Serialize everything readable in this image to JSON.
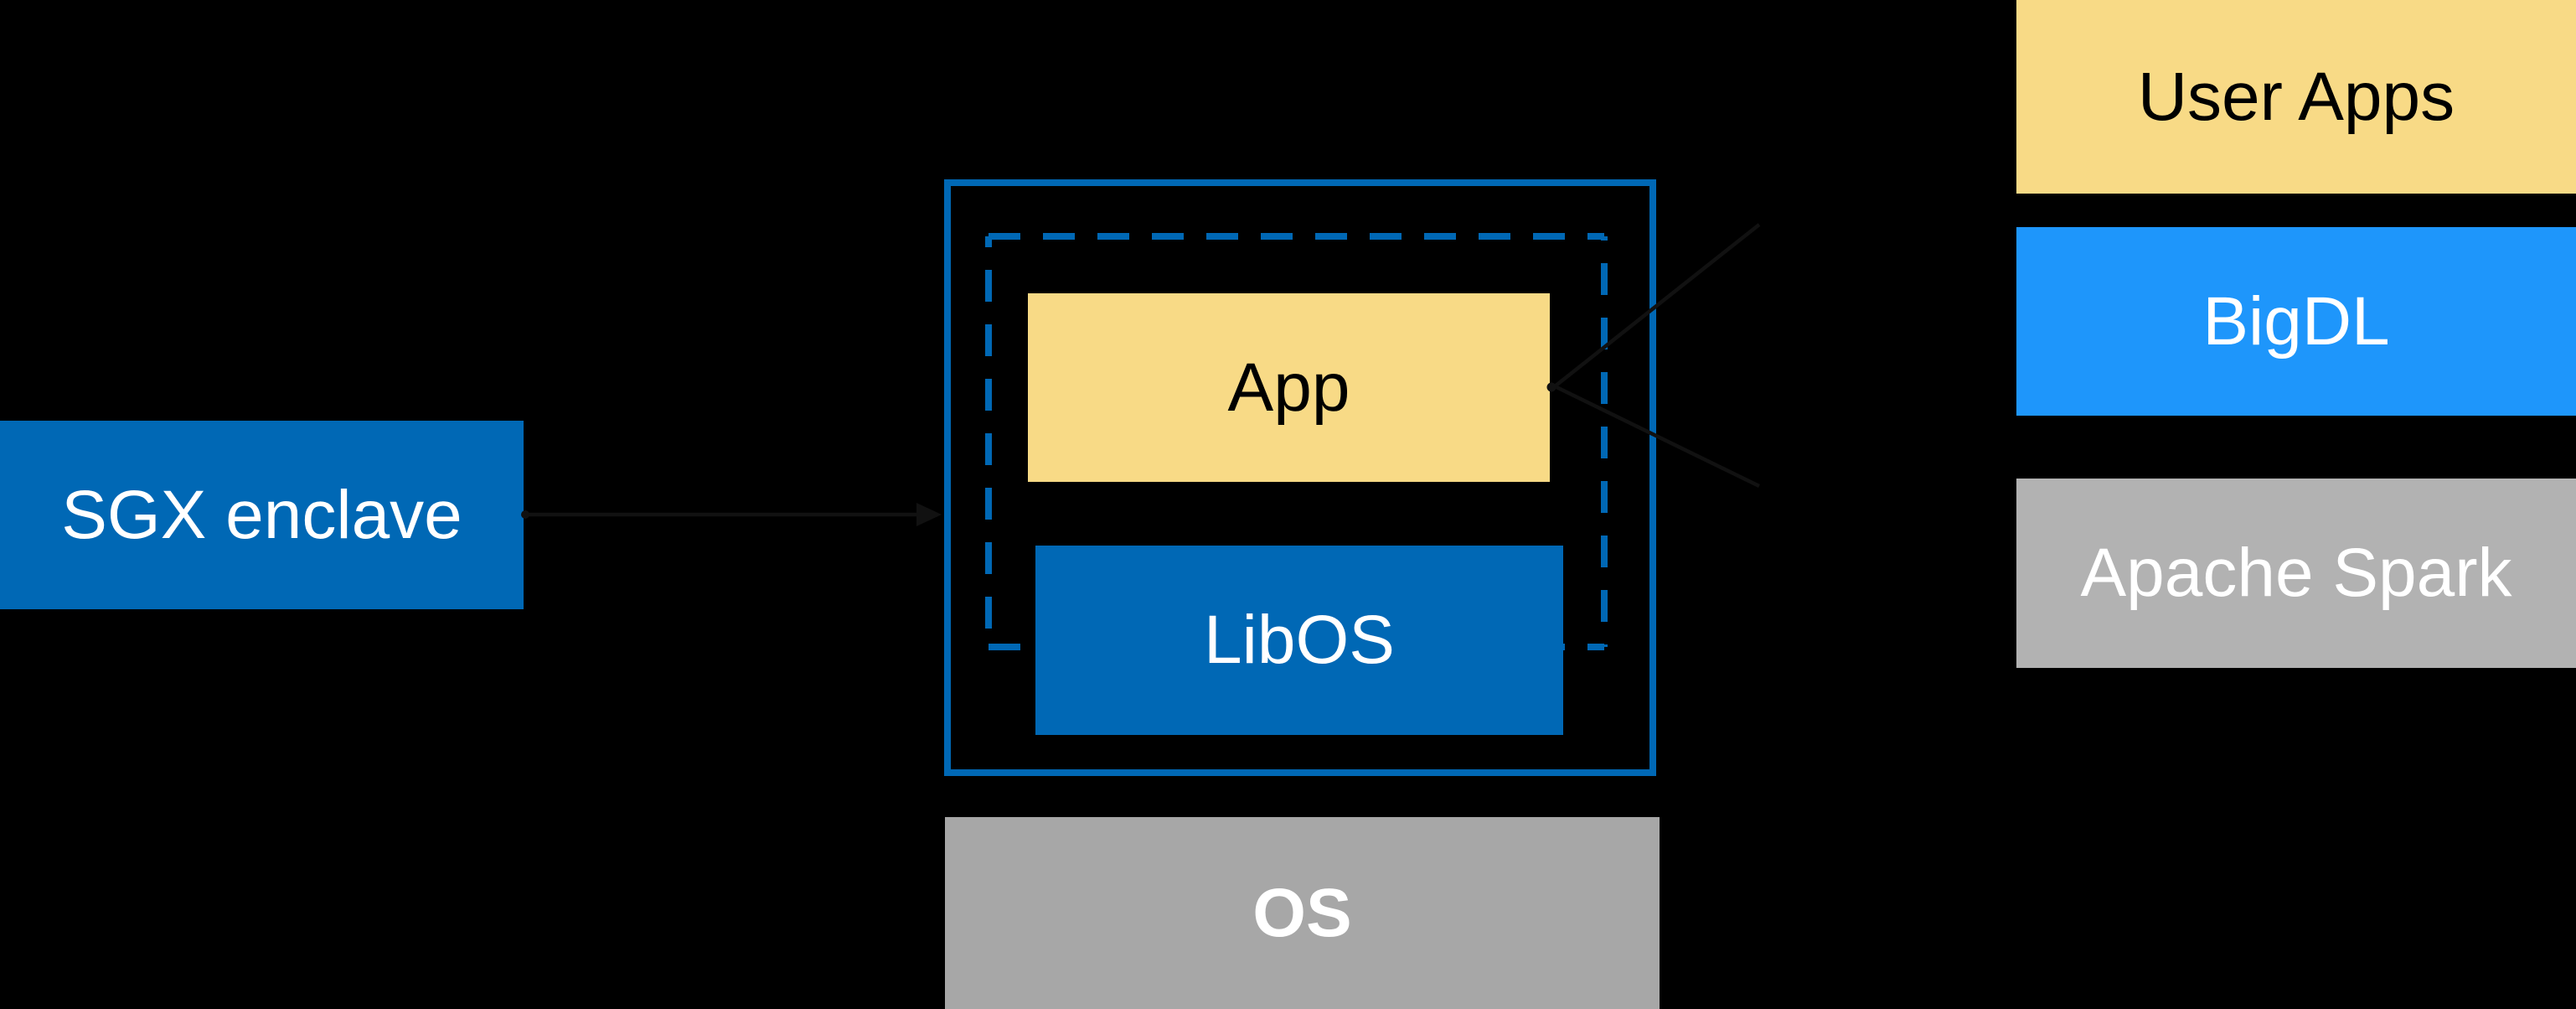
{
  "palette": {
    "background": "#000000",
    "intel_blue": "#0068B5",
    "azure_blue": "#1E96FB",
    "yellow": "#F8DA86",
    "gray_os": "#A7A7A7",
    "gray_spark": "#B2B2B2",
    "text_light": "#FFFFFF",
    "text_dark": "#000000",
    "arrow_black": "#111111"
  },
  "diagram": {
    "sgx_box": {
      "label": "SGX enclave"
    },
    "host_box": {
      "app": {
        "label": "App"
      },
      "libos": {
        "label": "LibOS"
      }
    },
    "os_box": {
      "label": "OS"
    },
    "stack": {
      "items": [
        {
          "id": "user-apps",
          "label": "User Apps"
        },
        {
          "id": "bigdl",
          "label": "BigDL"
        },
        {
          "id": "apache-spark",
          "label": "Apache Spark"
        }
      ]
    }
  }
}
